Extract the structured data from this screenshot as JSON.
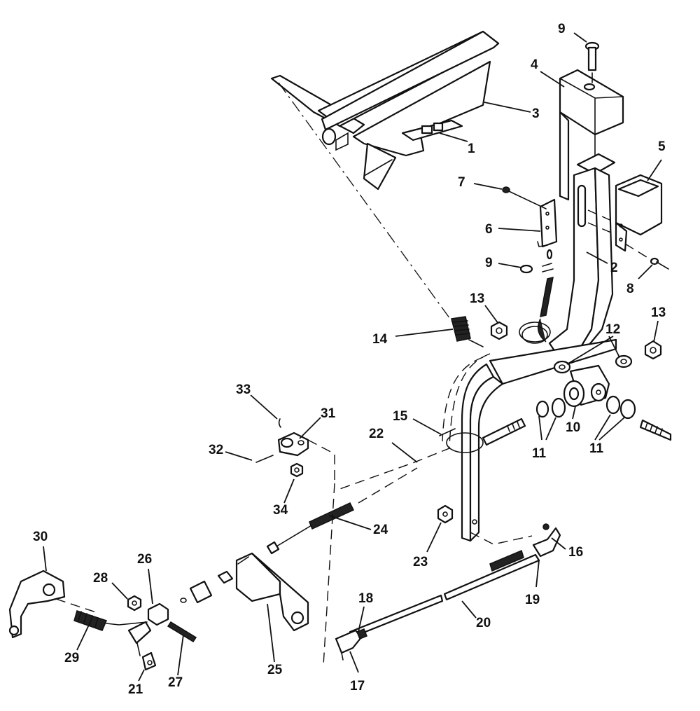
{
  "diagram": {
    "callouts": [
      {
        "id": "c1",
        "label": "1"
      },
      {
        "id": "c2",
        "label": "2"
      },
      {
        "id": "c3",
        "label": "3"
      },
      {
        "id": "c4",
        "label": "4"
      },
      {
        "id": "c5",
        "label": "5"
      },
      {
        "id": "c6",
        "label": "6"
      },
      {
        "id": "c7",
        "label": "7"
      },
      {
        "id": "c8",
        "label": "8"
      },
      {
        "id": "c9a",
        "label": "9"
      },
      {
        "id": "c9b",
        "label": "9"
      },
      {
        "id": "c10",
        "label": "10"
      },
      {
        "id": "c11a",
        "label": "11"
      },
      {
        "id": "c11b",
        "label": "11"
      },
      {
        "id": "c12",
        "label": "12"
      },
      {
        "id": "c13a",
        "label": "13"
      },
      {
        "id": "c13b",
        "label": "13"
      },
      {
        "id": "c14",
        "label": "14"
      },
      {
        "id": "c15",
        "label": "15"
      },
      {
        "id": "c16",
        "label": "16"
      },
      {
        "id": "c17",
        "label": "17"
      },
      {
        "id": "c18",
        "label": "18"
      },
      {
        "id": "c19",
        "label": "19"
      },
      {
        "id": "c20",
        "label": "20"
      },
      {
        "id": "c21",
        "label": "21"
      },
      {
        "id": "c22",
        "label": "22"
      },
      {
        "id": "c23",
        "label": "23"
      },
      {
        "id": "c24",
        "label": "24"
      },
      {
        "id": "c25",
        "label": "25"
      },
      {
        "id": "c26",
        "label": "26"
      },
      {
        "id": "c27",
        "label": "27"
      },
      {
        "id": "c28",
        "label": "28"
      },
      {
        "id": "c29",
        "label": "29"
      },
      {
        "id": "c30",
        "label": "30"
      },
      {
        "id": "c31",
        "label": "31"
      },
      {
        "id": "c32",
        "label": "32"
      },
      {
        "id": "c33",
        "label": "33"
      },
      {
        "id": "c34",
        "label": "34"
      }
    ]
  }
}
